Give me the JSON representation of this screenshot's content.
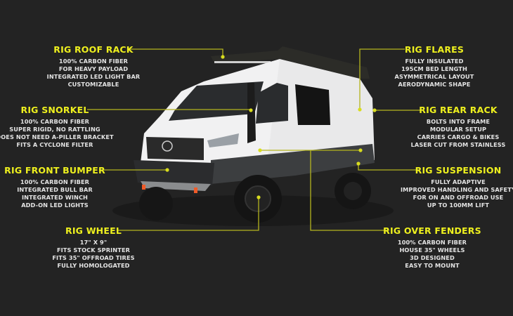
{
  "colors": {
    "background": "#232323",
    "accent": "#eef01e",
    "leader": "#b4b41e",
    "text": "#e4e4e4"
  },
  "callouts": {
    "roof_rack": {
      "title": "RIG ROOF RACK",
      "lines": [
        "100% CARBON FIBER",
        "FOR HEAVY PAYLOAD",
        "INTEGRATED LED LIGHT BAR",
        "CUSTOMIZABLE"
      ]
    },
    "snorkel": {
      "title": "RIG SNORKEL",
      "lines": [
        "100% CARBON FIBER",
        "SUPER RIGID, NO RATTLING",
        "DOES NOT NEED A-PILLER BRACKET",
        "FITS A CYCLONE FILTER"
      ]
    },
    "front_bumper": {
      "title": "RIG FRONT BUMPER",
      "lines": [
        "100% CARBON FIBER",
        "INTEGRATED BULL BAR",
        "INTEGRATED WINCH",
        "ADD-ON LED LIGHTS"
      ]
    },
    "wheel": {
      "title": "RIG WHEEL",
      "lines": [
        "17\" X 9\"",
        "FITS STOCK SPRINTER",
        "FITS 35\" OFFROAD TIRES",
        "FULLY HOMOLOGATED"
      ]
    },
    "flares": {
      "title": "RIG FLARES",
      "lines": [
        "FULLY INSULATED",
        "195CM BED LENGTH",
        "ASYMMETRICAL LAYOUT",
        "AERODYNAMIC SHAPE"
      ]
    },
    "rear_rack": {
      "title": "RIG REAR RACK",
      "lines": [
        "BOLTS INTO FRAME",
        "MODULAR SETUP",
        "CARRIES CARGO & BIKES",
        "LASER CUT FROM STAINLESS"
      ]
    },
    "suspension": {
      "title": "RIG SUSPENSION",
      "lines": [
        "FULLY ADAPTIVE",
        "IMPROVED HANDLING AND SAFETY",
        "FOR ON AND OFFROAD USE",
        "UP TO 100MM LIFT"
      ]
    },
    "over_fenders": {
      "title": "RIG OVER FENDERS",
      "lines": [
        "100% CARBON FIBER",
        "HOUSE 35\" WHEELS",
        "3D DESIGNED",
        "EASY TO MOUNT"
      ]
    }
  }
}
